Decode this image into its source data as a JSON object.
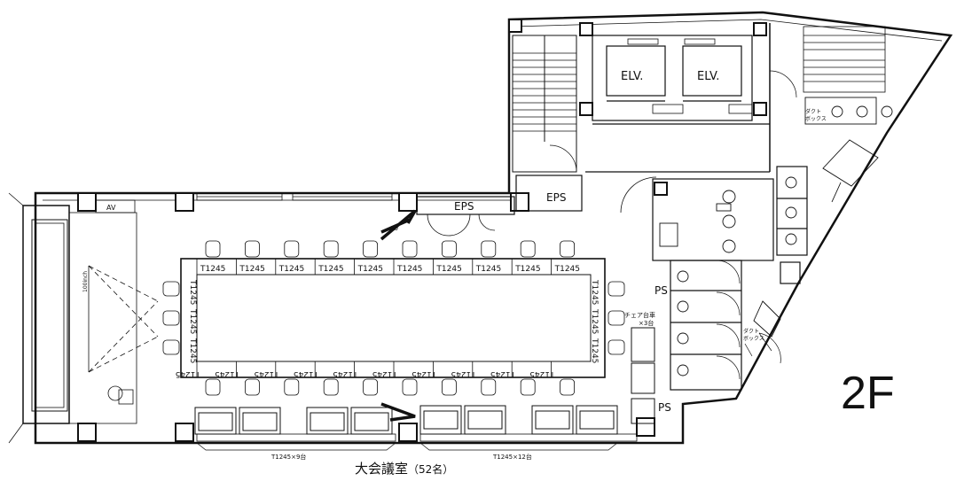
{
  "floor": "2F",
  "room": {
    "name": "大会議室",
    "capacity": "（52名）"
  },
  "labels": {
    "elv": "ELV.",
    "eps": "EPS",
    "ps": "PS",
    "av": "AV",
    "duct": "ダクト",
    "duct_sub": "ボックス",
    "chair_storage": "チェア台車",
    "chair_storage_sub": "×3台",
    "screen": "100inch",
    "door_angle": "90"
  },
  "tables": {
    "model": "T1245",
    "top_count": 10,
    "bottom_count": 10,
    "side_count": 3,
    "bottom_row_left": "T1245×9台",
    "bottom_row_right": "T1245×12台"
  }
}
